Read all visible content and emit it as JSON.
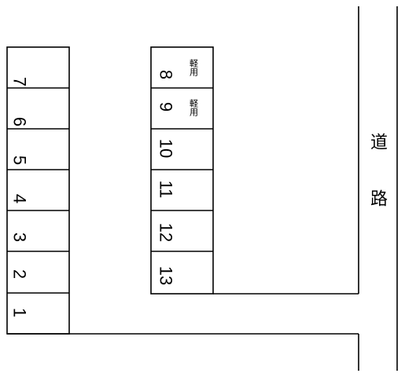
{
  "parking_map": {
    "left_row": {
      "spaces": [
        {
          "number": "7"
        },
        {
          "number": "6"
        },
        {
          "number": "5"
        },
        {
          "number": "4"
        },
        {
          "number": "3"
        },
        {
          "number": "2"
        },
        {
          "number": "1"
        }
      ]
    },
    "right_row": {
      "spaces": [
        {
          "number": "8",
          "note": "軽用"
        },
        {
          "number": "9",
          "note": "軽用"
        },
        {
          "number": "10",
          "note": ""
        },
        {
          "number": "11",
          "note": ""
        },
        {
          "number": "12",
          "note": ""
        },
        {
          "number": "13",
          "note": ""
        }
      ]
    },
    "road": {
      "char_1": "道",
      "char_2": "路"
    }
  }
}
